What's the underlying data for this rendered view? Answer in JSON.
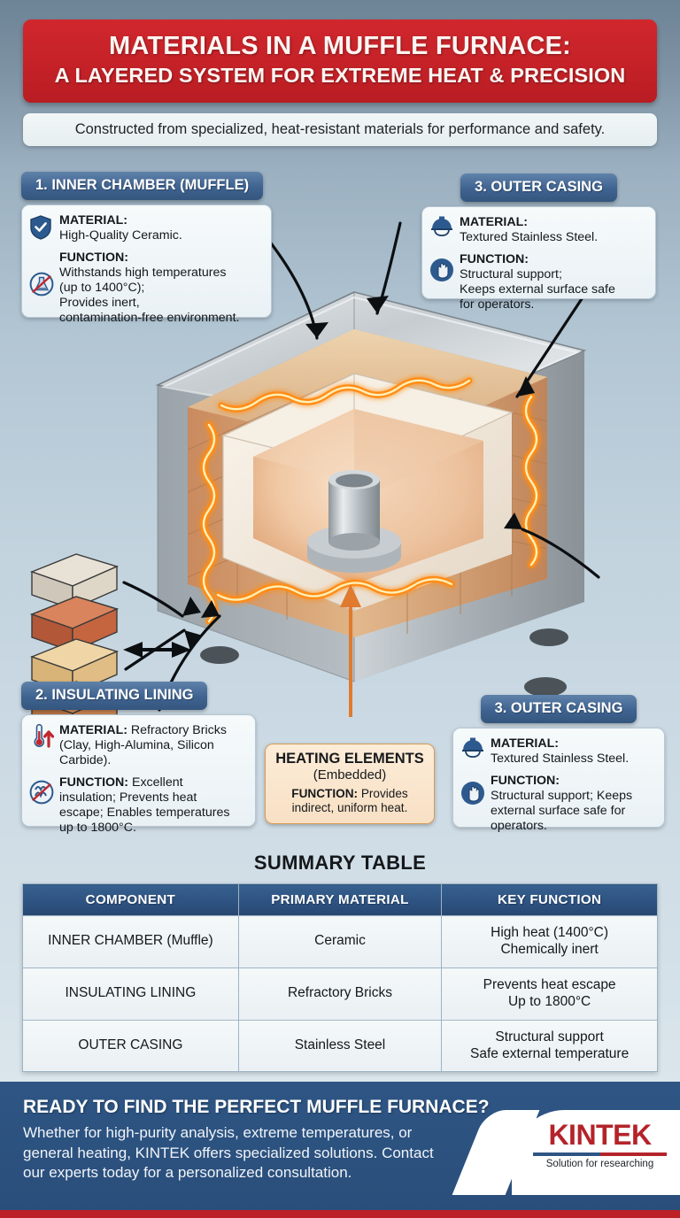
{
  "header": {
    "title_line1": "MATERIALS IN A MUFFLE FURNACE:",
    "title_line2": "A LAYERED SYSTEM FOR EXTREME HEAT & PRECISION",
    "subtitle": "Constructed from specialized, heat-resistant materials for performance and safety.",
    "banner_color": "#c32127",
    "subtitle_bg": "#eef4f6"
  },
  "cards": {
    "inner_chamber": {
      "pill": "1. INNER CHAMBER (MUFFLE)",
      "material_label": "MATERIAL:",
      "material_value": "High-Quality Ceramic.",
      "function_label": "FUNCTION:",
      "function_value": "Withstands high temperatures (up to 1400°C); Provides inert, contamination-free environment.",
      "function_line1": "Withstands high temperatures",
      "function_line2": "(up to 1400°C);",
      "function_line3": "Provides inert,",
      "function_line4": "contamination-free environment.",
      "icon_material": "shield-check-icon",
      "icon_function": "no-contamination-flask-icon"
    },
    "outer_casing_top": {
      "pill": "3. OUTER CASING",
      "material_label": "MATERIAL:",
      "material_value": "Textured Stainless Steel.",
      "function_label": "FUNCTION:",
      "function_line1": "Structural support;",
      "function_line2": "Keeps external surface safe",
      "function_line3": "for operators.",
      "icon_material": "hard-hat-icon",
      "icon_function": "safety-hand-icon"
    },
    "insulating_lining": {
      "pill": "2. INSULATING LINING",
      "material_label": "MATERIAL:",
      "material_value": "Refractory Bricks (Clay, High-Alumina, Silicon Carbide).",
      "material_line1": "Refractory Bricks",
      "material_line2": "(Clay, High-Alumina, Silicon",
      "material_line3": "Carbide).",
      "function_label": "FUNCTION:",
      "function_value": "Excellent insulation; Prevents heat escape; Enables temperatures up to 1800°C.",
      "function_line1": "Excellent",
      "function_line2": "insulation; Prevents heat",
      "function_line3": "escape; Enables temperatures",
      "function_line4": "up to 1800°C.",
      "icon_material": "thermometer-up-icon",
      "icon_function": "no-heat-escape-icon"
    },
    "outer_casing_bottom": {
      "pill": "3. OUTER CASING",
      "material_label": "MATERIAL:",
      "material_value": "Textured Stainless Steel.",
      "function_label": "FUNCTION:",
      "function_line1": "Structural support; Keeps",
      "function_line2": "external surface safe for",
      "function_line3": "operators.",
      "icon_material": "hard-hat-icon",
      "icon_function": "safety-hand-icon"
    },
    "heating_elements": {
      "title": "HEATING ELEMENTS",
      "subtitle": "(Embedded)",
      "function_label": "FUNCTION:",
      "function_line1": "Provides",
      "function_line2": "indirect, uniform heat.",
      "bg_color": "#f8e0c4",
      "border_color": "#d89b55"
    }
  },
  "illustration": {
    "name": "muffle-furnace-cutaway",
    "brick_samples": [
      {
        "name": "clay-brick-cream",
        "color": "#ded6c8"
      },
      {
        "name": "clay-brick-terracotta",
        "color": "#c4653f"
      },
      {
        "name": "clay-brick-sand",
        "color": "#e0bd84"
      },
      {
        "name": "clay-brick-speckled-orange",
        "color": "#cf8853"
      },
      {
        "name": "clay-brick-silicon-carbide-gray",
        "color": "#4d4e50"
      }
    ],
    "casing_color": "#a9b2b8",
    "brick_layer_color": "#d59f72",
    "ceramic_color": "#f2e7da",
    "element_glow_color": "#ff9c20",
    "crucible_color": "#b9bfc4"
  },
  "summary": {
    "title": "SUMMARY TABLE",
    "headers": [
      "COMPONENT",
      "PRIMARY MATERIAL",
      "KEY FUNCTION"
    ],
    "rows": [
      {
        "component": "INNER CHAMBER (Muffle)",
        "material": "Ceramic",
        "function_line1": "High heat (1400°C)",
        "function_line2": "Chemically inert"
      },
      {
        "component": "INSULATING LINING",
        "material": "Refractory Bricks",
        "function_line1": "Prevents heat escape",
        "function_line2": "Up to 1800°C"
      },
      {
        "component": "OUTER CASING",
        "material": "Stainless Steel",
        "function_line1": "Structural support",
        "function_line2": "Safe external temperature"
      }
    ],
    "header_color": "#2d5180"
  },
  "footer": {
    "cta_heading": "READY TO FIND THE PERFECT MUFFLE FURNACE?",
    "cta_line1": "Whether for high-purity analysis, extreme temperatures, or",
    "cta_line2": "general heating, KINTEK offers specialized solutions. Contact",
    "cta_line3": "our experts today for a personalized consultation.",
    "logo_word": "KINTEK",
    "logo_tagline": "Solution for researching",
    "bg_color": "#2e5584",
    "strip_color": "#bb2127"
  }
}
